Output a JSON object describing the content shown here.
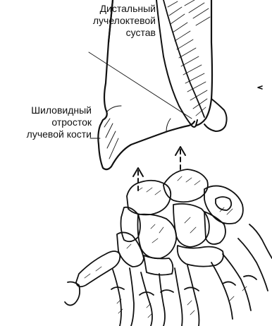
{
  "labels": {
    "distal_radioulnar_joint": {
      "line1": "Дистальный",
      "line2": "лучелоктевой",
      "line3": "сустав"
    },
    "radial_styloid_process": {
      "line1": "Шиловидный",
      "line2": "отросток",
      "line3": "лучевой кости"
    }
  },
  "colors": {
    "ink": "#111111",
    "background": "#ffffff"
  }
}
